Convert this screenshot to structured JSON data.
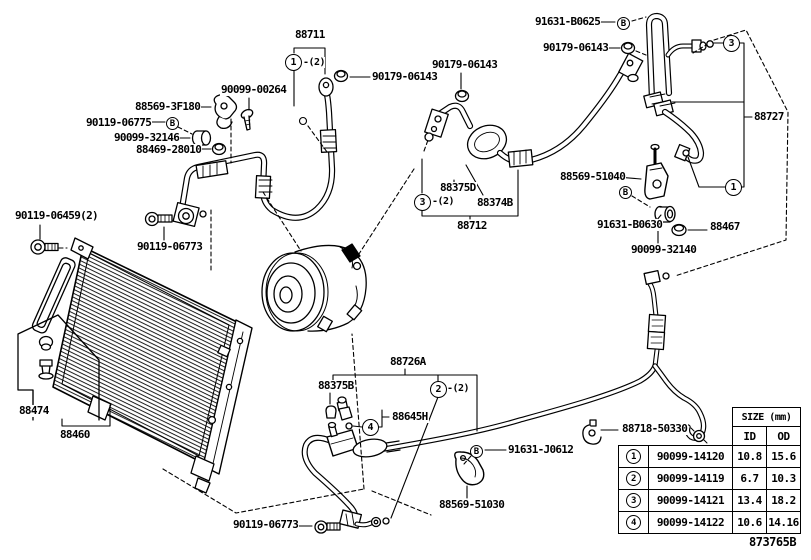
{
  "diagram": {
    "title_note": "A/C piping parts diagram",
    "drawing_number": "873765B",
    "labels": [
      "88711",
      "90179-06143",
      "90099-00264",
      "88569-3F180",
      "90119-06775",
      "90099-32146",
      "88469-28010",
      "90119-06459(2)",
      "90119-06773",
      "88474",
      "88460",
      "90119-06773",
      "91631-B0625",
      "90179-06143",
      "90179-06143",
      "88727",
      "88569-51040",
      "91631-B0630",
      "90099-32140",
      "88467",
      "88375D",
      "88374B",
      "88712",
      "88726A",
      "88375B",
      "88645H",
      "91631-J0612",
      "88569-51030",
      "88718-50330"
    ],
    "callouts": [
      "1",
      "B",
      "3",
      "B",
      "3",
      "1",
      "B",
      "2",
      "4",
      "B"
    ],
    "qty_notes": [
      "-(2)",
      "-(2)",
      "-(2)"
    ],
    "size_table": {
      "title": "SIZE (mm)",
      "col_id": "ID",
      "col_od": "OD",
      "rows": [
        {
          "ref": "1",
          "part": "90099-14120",
          "id": "10.8",
          "od": "15.6"
        },
        {
          "ref": "2",
          "part": "90099-14119",
          "id": "6.7",
          "od": "10.3"
        },
        {
          "ref": "3",
          "part": "90099-14121",
          "id": "13.4",
          "od": "18.2"
        },
        {
          "ref": "4",
          "part": "90099-14122",
          "id": "10.6",
          "od": "14.16"
        }
      ]
    }
  }
}
